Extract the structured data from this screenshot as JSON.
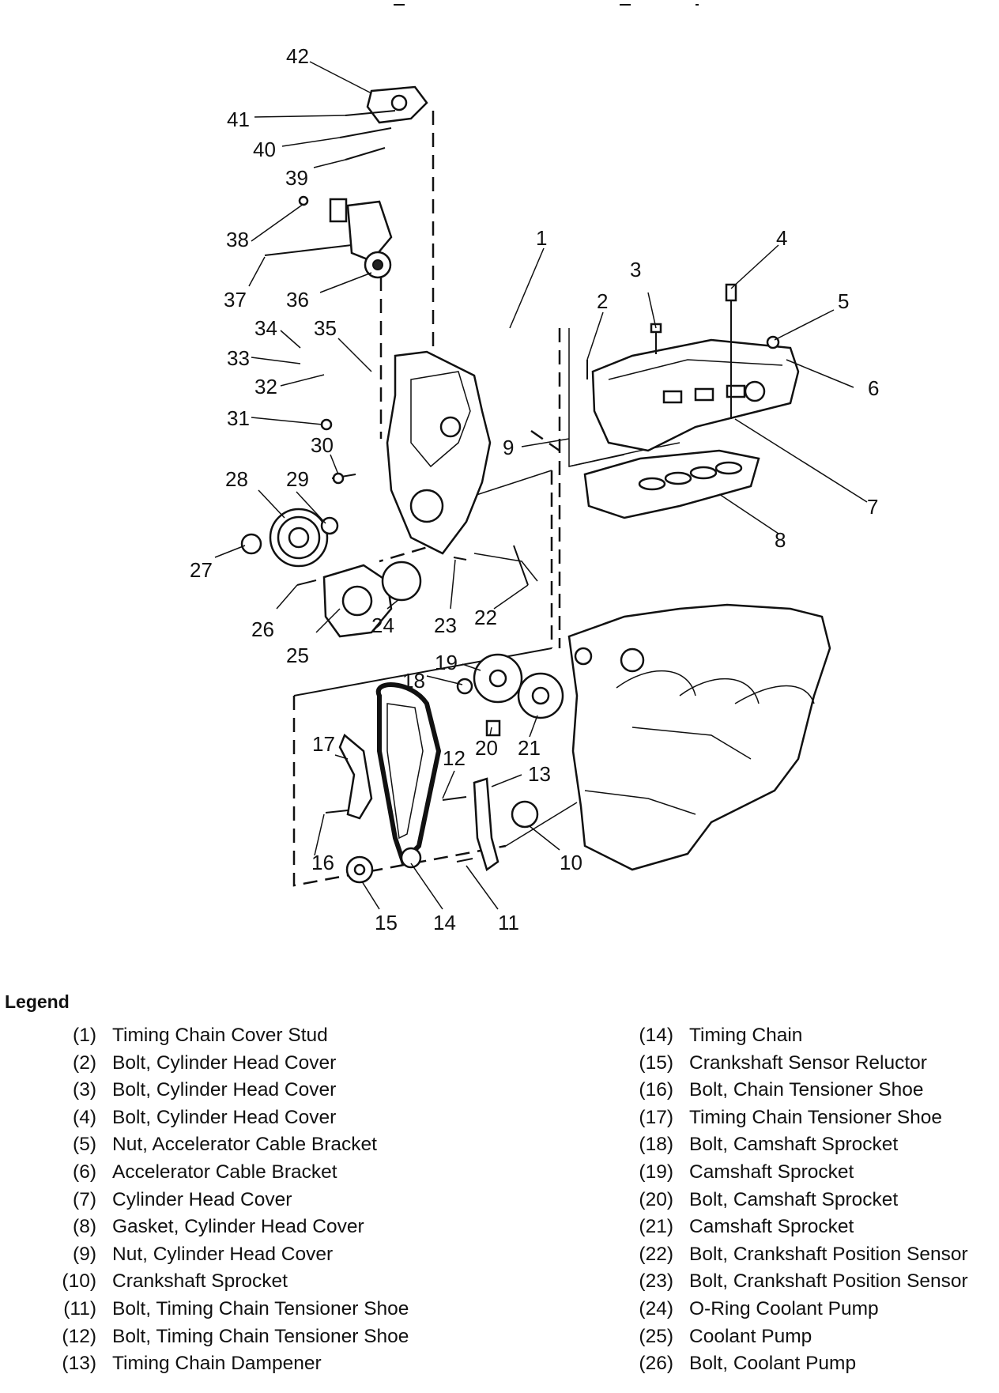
{
  "diagram": {
    "callouts": [
      "1",
      "2",
      "3",
      "4",
      "5",
      "6",
      "7",
      "8",
      "9",
      "10",
      "11",
      "12",
      "13",
      "14",
      "15",
      "16",
      "17",
      "18",
      "19",
      "20",
      "21",
      "22",
      "23",
      "24",
      "25",
      "26",
      "27",
      "28",
      "29",
      "30",
      "31",
      "32",
      "33",
      "34",
      "35",
      "36",
      "37",
      "38",
      "39",
      "40",
      "41",
      "42"
    ]
  },
  "legend": {
    "title": "Legend",
    "left_column": [
      {
        "num": "(1)",
        "label": "Timing Chain Cover Stud"
      },
      {
        "num": "(2)",
        "label": "Bolt, Cylinder Head Cover"
      },
      {
        "num": "(3)",
        "label": "Bolt, Cylinder Head Cover"
      },
      {
        "num": "(4)",
        "label": "Bolt, Cylinder Head Cover"
      },
      {
        "num": "(5)",
        "label": "Nut, Accelerator Cable Bracket"
      },
      {
        "num": "(6)",
        "label": "Accelerator Cable Bracket"
      },
      {
        "num": "(7)",
        "label": "Cylinder Head Cover"
      },
      {
        "num": "(8)",
        "label": "Gasket, Cylinder Head Cover"
      },
      {
        "num": "(9)",
        "label": "Nut, Cylinder Head Cover"
      },
      {
        "num": "(10)",
        "label": "Crankshaft Sprocket"
      },
      {
        "num": "(11)",
        "label": "Bolt, Timing Chain Tensioner Shoe"
      },
      {
        "num": "(12)",
        "label": "Bolt, Timing Chain Tensioner Shoe"
      },
      {
        "num": "(13)",
        "label": "Timing Chain Dampener"
      }
    ],
    "right_column": [
      {
        "num": "(14)",
        "label": "Timing Chain"
      },
      {
        "num": "(15)",
        "label": "Crankshaft Sensor Reluctor"
      },
      {
        "num": "(16)",
        "label": "Bolt, Chain Tensioner Shoe"
      },
      {
        "num": "(17)",
        "label": "Timing Chain Tensioner Shoe"
      },
      {
        "num": "(18)",
        "label": "Bolt, Camshaft Sprocket"
      },
      {
        "num": "(19)",
        "label": "Camshaft Sprocket"
      },
      {
        "num": "(20)",
        "label": "Bolt, Camshaft Sprocket"
      },
      {
        "num": "(21)",
        "label": "Camshaft Sprocket"
      },
      {
        "num": "(22)",
        "label": "Bolt, Crankshaft Position Sensor"
      },
      {
        "num": "(23)",
        "label": "Bolt, Crankshaft Position Sensor"
      },
      {
        "num": "(24)",
        "label": "O-Ring Coolant Pump"
      },
      {
        "num": "(25)",
        "label": "Coolant Pump"
      },
      {
        "num": "(26)",
        "label": "Bolt, Coolant Pump"
      }
    ]
  }
}
